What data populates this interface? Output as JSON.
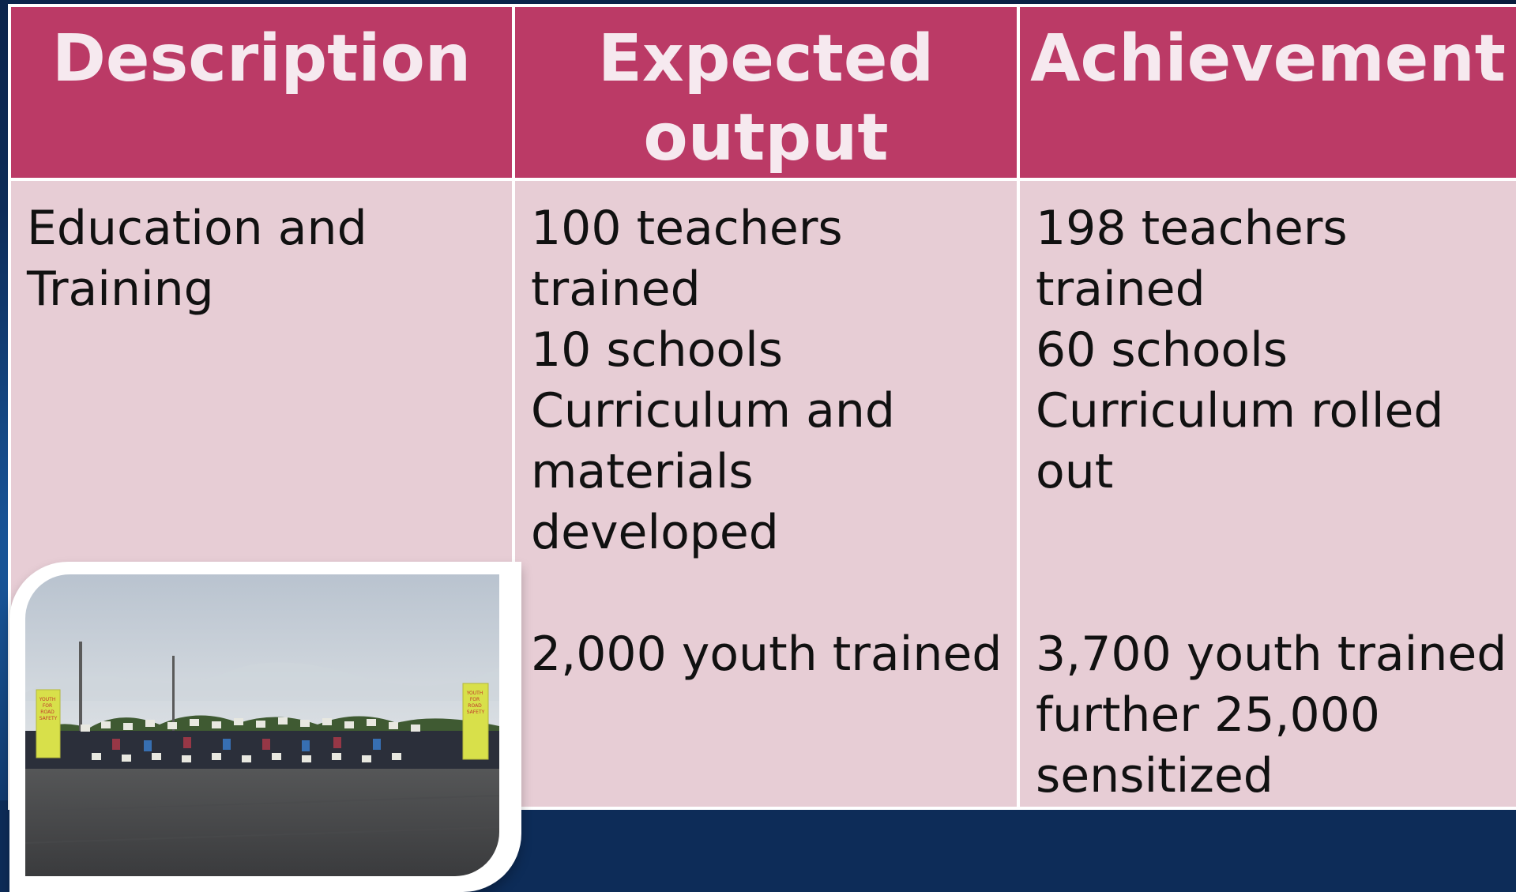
{
  "table": {
    "headers": [
      "Description",
      "Expected output",
      "Achievement"
    ],
    "header_lines": [
      [
        "Description"
      ],
      [
        "Expected",
        "output"
      ],
      [
        "Achievement"
      ]
    ],
    "row": {
      "description": [
        "Education and",
        "Training"
      ],
      "expected_block1": [
        "100 teachers",
        "trained",
        "10 schools",
        "Curriculum and",
        "materials",
        "developed"
      ],
      "expected_block2": [
        "2,000 youth trained"
      ],
      "achievement_block1": [
        "198 teachers",
        "trained",
        "60 schools",
        "Curriculum rolled",
        "out"
      ],
      "achievement_block2": [
        "3,700 youth trained",
        "further 25,000",
        "sensitized"
      ]
    }
  },
  "photo": {
    "banner_left": [
      "YOUTH",
      "FOR",
      "ROAD",
      "SAFETY"
    ],
    "banner_right": [
      "YOUTH",
      "FOR",
      "ROAD",
      "SAFETY"
    ]
  },
  "colors": {
    "header_bg": "#bb3a66",
    "header_text": "#f6e9ef",
    "cell_bg": "#e7cdd5",
    "border": "#ffffff",
    "slide_bg": "#0d2c58"
  }
}
